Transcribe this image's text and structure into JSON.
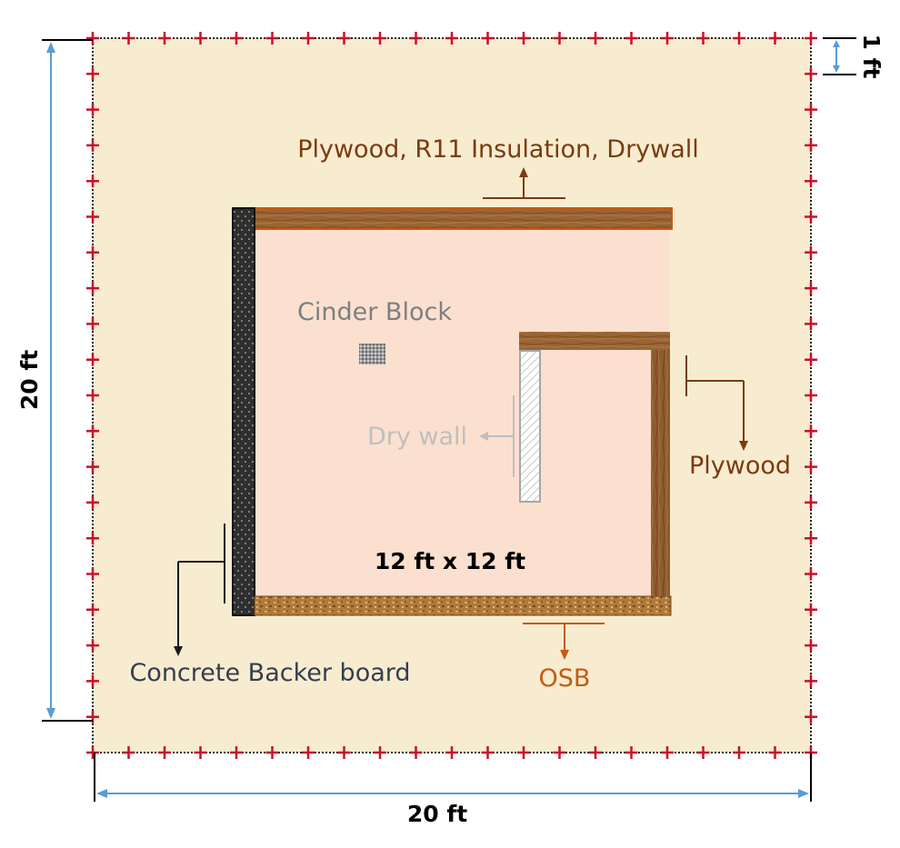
{
  "diagram": {
    "room_size_label": "12 ft x 12 ft",
    "outer_width_label": "20 ft",
    "outer_height_label": "20 ft",
    "grid_spacing_label": "1 ft",
    "labels": {
      "top_wall": "Plywood, R11 Insulation, Drywall",
      "cinder_block": "Cinder Block",
      "dry_wall": "Dry wall",
      "plywood": "Plywood",
      "concrete": "Concrete Backer board",
      "osb": "OSB"
    },
    "colors": {
      "background": "#f8ecd0",
      "room_floor": "#fbe0cf",
      "marker_cross": "#c8102e",
      "dimension_arrow": "#5b9bd5",
      "label_brown": "#7a3b10",
      "label_orange": "#c55a11",
      "label_gray": "#7f7f7f",
      "label_lightgray": "#bfbfbf",
      "label_navy": "#333f50"
    }
  }
}
